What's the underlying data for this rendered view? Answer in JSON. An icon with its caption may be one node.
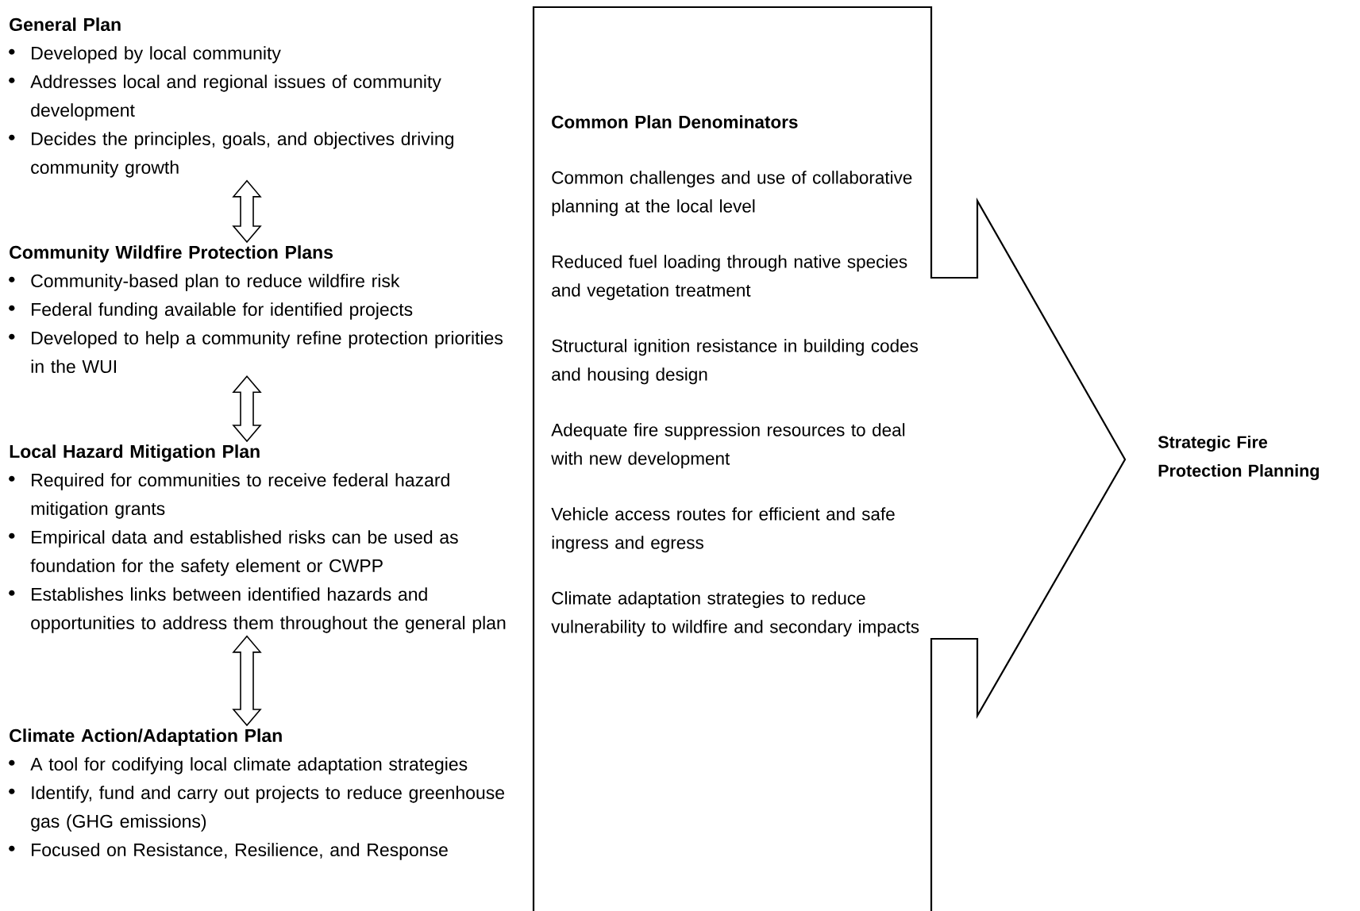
{
  "diagram": {
    "nodes": [
      {
        "text": [
          "General Plan",
          "Developed by local community",
          "Addresses local and regional issues of community development",
          "Decides the principles, goals, and objectives driving community growth"
        ]
      },
      {
        "text": [
          "Community Wildfire Protection Plans",
          "Community-based plan to reduce wildfire risk",
          "Federal funding available for identified projects",
          "Developed to help a community refine protection priorities in the WUI"
        ]
      },
      {
        "text": [
          "Local Hazard Mitigation Plan",
          "Required for communities to receive federal hazard mitigation grants",
          "Empirical data and established risks can be used as foundation for the safety element or CWPP",
          "Establishes links between identified hazards and opportunities to address them throughout the general plan"
        ]
      },
      {
        "text": [
          "Climate Action/Adaptation Plan",
          "A tool for codifying local climate adaptation strategies",
          "Identify, fund and carry out projects to reduce greenhouse gas (GHG emissions)",
          "Focused on Resistance, Resilience, and Response"
        ]
      },
      {
        "text": [
          "Common Plan Denominators",
          "Common challenges and use of collaborative planning at the local level",
          "Reduced fuel loading through native species and vegetation treatment",
          "Structural ignition resistance in building codes and housing design",
          "Adequate fire suppression resources to deal with new development",
          "Vehicle access routes for efficient and safe ingress and egress",
          "Climate adaptation strategies to reduce vulnerability to wildfire and secondary impacts"
        ],
        "beside": [
          "Strategic Fire Protection Planning"
        ]
      }
    ],
    "edges": [
      {
        "from": 0,
        "to": 1,
        "arrow": "both"
      },
      {
        "from": 1,
        "to": 2,
        "arrow": "both"
      },
      {
        "from": 2,
        "to": 3,
        "arrow": "both"
      }
    ]
  }
}
